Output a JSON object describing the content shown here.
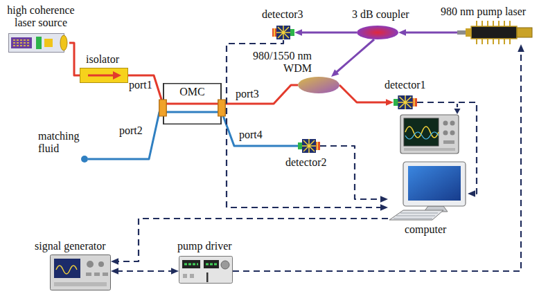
{
  "diagram": {
    "nodes": [
      {
        "text": [
          "high coherence laser source"
        ]
      },
      {
        "text": [
          "isolator"
        ]
      },
      {
        "text": [
          "OMC"
        ]
      },
      {
        "text": [
          "matching fluid"
        ]
      },
      {
        "text": [
          "detector3"
        ]
      },
      {
        "text": [
          "3 dB coupler"
        ]
      },
      {
        "text": [
          "980 nm pump laser"
        ]
      },
      {
        "text": [
          "980/1550 nm WDM"
        ]
      },
      {
        "text": [
          "detector1"
        ]
      },
      {
        "text": [
          "detector2"
        ]
      },
      {
        "text": [
          "computer"
        ]
      },
      {
        "text": [
          "signal generator"
        ]
      },
      {
        "text": [
          "pump driver"
        ]
      }
    ],
    "edges": [
      {
        "from": 0,
        "to": 1,
        "arrow": "none"
      },
      {
        "from": 1,
        "to": 2,
        "arrow": "none"
      },
      {
        "from": 3,
        "to": 2,
        "arrow": "none"
      },
      {
        "from": 2,
        "to": 7,
        "arrow": "none"
      },
      {
        "from": 2,
        "to": 9,
        "arrow": "none"
      },
      {
        "from": 7,
        "to": 8,
        "arrow": "to"
      },
      {
        "from": 6,
        "to": 5,
        "arrow": "to"
      },
      {
        "from": 5,
        "to": 4,
        "arrow": "to"
      },
      {
        "from": 5,
        "to": 7,
        "arrow": "to"
      },
      {
        "from": 4,
        "to": 10,
        "arrow": "to"
      },
      {
        "from": 9,
        "to": 10,
        "arrow": "to"
      },
      {
        "from": 8,
        "to": 10,
        "arrow": "to"
      },
      {
        "from": 10,
        "to": 11,
        "arrow": "to"
      },
      {
        "from": 11,
        "to": 12,
        "arrow": "both"
      },
      {
        "from": 12,
        "to": 6,
        "arrow": "to"
      }
    ],
    "labels": [
      "port1",
      "port2",
      "port3",
      "port4"
    ]
  }
}
